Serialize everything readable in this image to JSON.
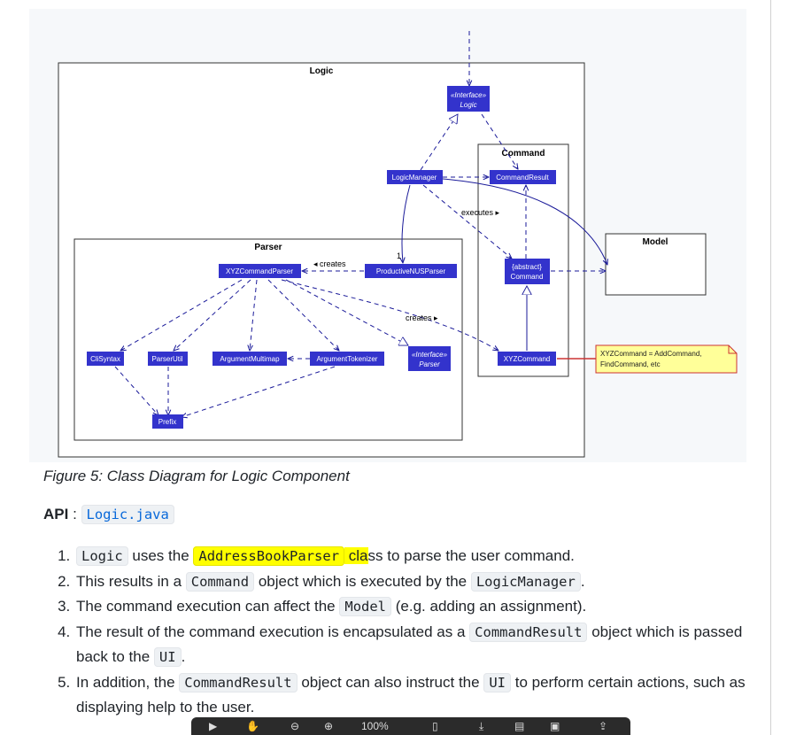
{
  "diagram": {
    "logic_pkg": "Logic",
    "command_pkg": "Command",
    "parser_pkg": "Parser",
    "model_pkg": "Model",
    "logic_interface_stereo": "«Interface»",
    "logic_interface_name": "Logic",
    "logic_manager": "LogicManager",
    "command_result": "CommandResult",
    "executes_label": "executes ▸",
    "abstract_command_line1": "{abstract}",
    "abstract_command_line2": "Command",
    "xyz_command_parser": "XYZCommandParser",
    "creates_label_1": "◂ creates",
    "productive_parser": "ProductiveNUSParser",
    "creates_label_2": "creates ▸",
    "cli_syntax": "CliSyntax",
    "parser_util": "ParserUtil",
    "argument_multimap": "ArgumentMultimap",
    "argument_tokenizer": "ArgumentTokenizer",
    "parser_interface_stereo": "«Interface»",
    "parser_interface_name": "Parser",
    "xyz_command": "XYZCommand",
    "prefix": "Prefix",
    "note_line1": "XYZCommand = AddCommand,",
    "note_line2": "FindCommand, etc",
    "multiplicity": "1",
    "colors": {
      "class_fill": "#3333cc",
      "arrow": "#1a1a99",
      "note_fill": "#ffff99",
      "note_border": "#cc3333"
    }
  },
  "caption": "Figure 5: Class Diagram for Logic Component",
  "api": {
    "label": "API",
    "sep": " : ",
    "link": "Logic.java"
  },
  "steps": {
    "s1": {
      "code1": "Logic",
      "t1": " uses the ",
      "code2": "AddressBookParser",
      "t2a": " cla",
      "t2b": "ss",
      "t2c": " to parse the user command."
    },
    "s2": {
      "t1": "This results in a ",
      "code1": "Command",
      "t2": " object which is executed by the ",
      "code2": "LogicManager",
      "t3": "."
    },
    "s3": {
      "t1": "The command execution can affect the ",
      "code1": "Model",
      "t2": " (e.g. adding an assignment)."
    },
    "s4": {
      "t1": "The result of the command execution is encapsulated as a ",
      "code1": "CommandResult",
      "t2": " object which is passed back to the ",
      "code2": "UI",
      "t3": "."
    },
    "s5": {
      "t1": "In addition, the ",
      "code1": "CommandResult",
      "t2": " object can also instruct the ",
      "code2": "UI",
      "t3": " to perform certain actions, such as displaying help to the user."
    }
  },
  "toolbar": {
    "zoom": "100%"
  }
}
